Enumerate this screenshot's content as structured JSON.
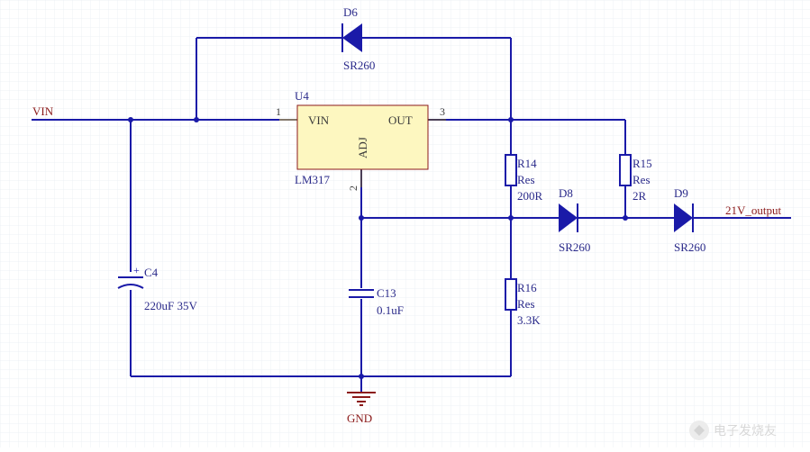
{
  "colors": {
    "grid": "#eef0f6",
    "wire": "#1a1aa8",
    "pin": "#5a4a3a",
    "text": "#3a3a3a",
    "net": "#8b1a1a",
    "part": "#2a2a8a",
    "ic_fill": "#fdf7c0",
    "ic_stroke": "#8b1a1a"
  },
  "nets": {
    "vin": "VIN",
    "out": "21V_output",
    "gnd": "GND"
  },
  "u4": {
    "ref": "U4",
    "part": "LM317",
    "vin": "VIN",
    "out": "OUT",
    "adj": "ADJ",
    "pin1": "1",
    "pin2": "2",
    "pin3": "3"
  },
  "d6": {
    "ref": "D6",
    "part": "SR260"
  },
  "d8": {
    "ref": "D8",
    "part": "SR260"
  },
  "d9": {
    "ref": "D9",
    "part": "SR260"
  },
  "r14": {
    "ref": "R14",
    "type": "Res",
    "value": "200R"
  },
  "r15": {
    "ref": "R15",
    "type": "Res",
    "value": "2R"
  },
  "r16": {
    "ref": "R16",
    "type": "Res",
    "value": "3.3K"
  },
  "c4": {
    "ref": "C4",
    "value": "220uF 35V",
    "polarity": "+"
  },
  "c13": {
    "ref": "C13",
    "value": "0.1uF"
  },
  "watermark": "电子发烧友"
}
